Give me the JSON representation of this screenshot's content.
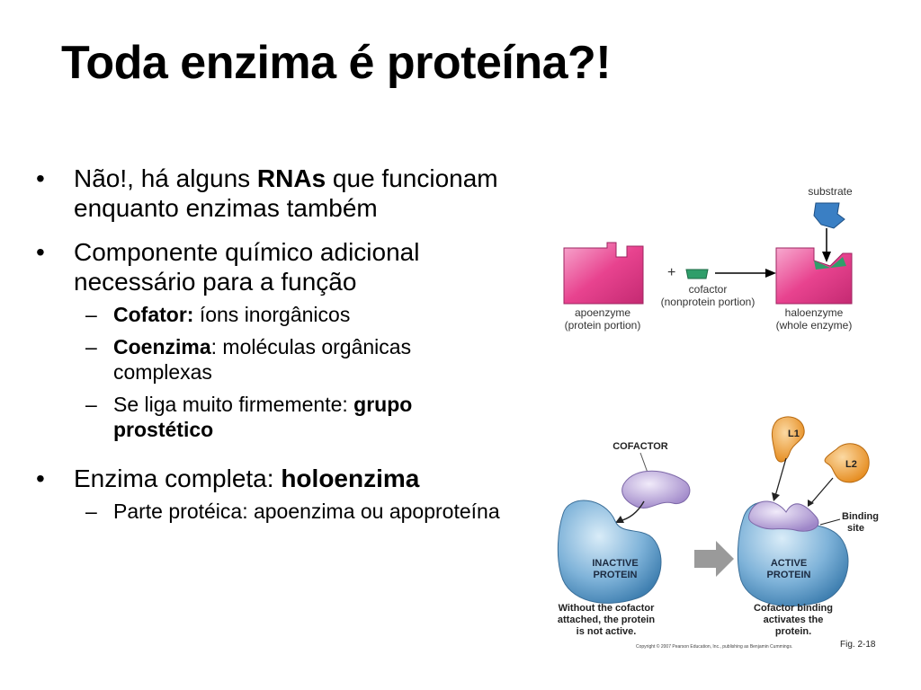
{
  "slide": {
    "title": "Toda enzima é proteína?!",
    "bullets": [
      {
        "pre": "Não!, há alguns ",
        "bold": "RNAs",
        "post": " que funcionam enquanto enzimas também"
      },
      {
        "text": "Componente químico adicional necessário para a função"
      },
      {
        "bold": "Cofator:",
        "post": " íons inorgânicos"
      },
      {
        "bold": "Coenzima",
        "post": ": moléculas orgânicas complexas"
      },
      {
        "pre": "Se liga muito firmemente: ",
        "bold": "grupo prostético"
      },
      {
        "pre": "Enzima completa: ",
        "bold": "holoenzima"
      },
      {
        "text": "Parte protéica: apoenzima ou apoproteína"
      }
    ]
  },
  "figure_top": {
    "substrate": "substrate",
    "plus": "+",
    "apoenzyme": "apoenzyme",
    "apoenzyme_sub": "(protein portion)",
    "cofactor": "cofactor",
    "cofactor_sub": "(nonprotein portion)",
    "haloenzyme": "haloenzyme",
    "haloenzyme_sub": "(whole enzyme)"
  },
  "figure_bottom": {
    "cofactor": "COFACTOR",
    "l1": "L1",
    "l2": "L2",
    "binding": "Binding",
    "site": "site",
    "inactive1": "INACTIVE",
    "inactive2": "PROTEIN",
    "active1": "ACTIVE",
    "active2": "PROTEIN",
    "cap_left1": "Without the cofactor",
    "cap_left2": "attached, the protein",
    "cap_left3": "is not active.",
    "cap_right1": "Cofactor binding",
    "cap_right2": "activates the",
    "cap_right3": "protein.",
    "copyright": "Copyright © 2007 Pearson Education, Inc., publishing as Benjamin Cummings.",
    "fig": "Fig. 2-18"
  },
  "colors": {
    "pink": "#e8438f",
    "green": "#2f9e6a",
    "blue": "#3a7fc4",
    "lilac": "#c9b6e4",
    "orange": "#f0a33c",
    "protein": "#7fb3d9"
  }
}
